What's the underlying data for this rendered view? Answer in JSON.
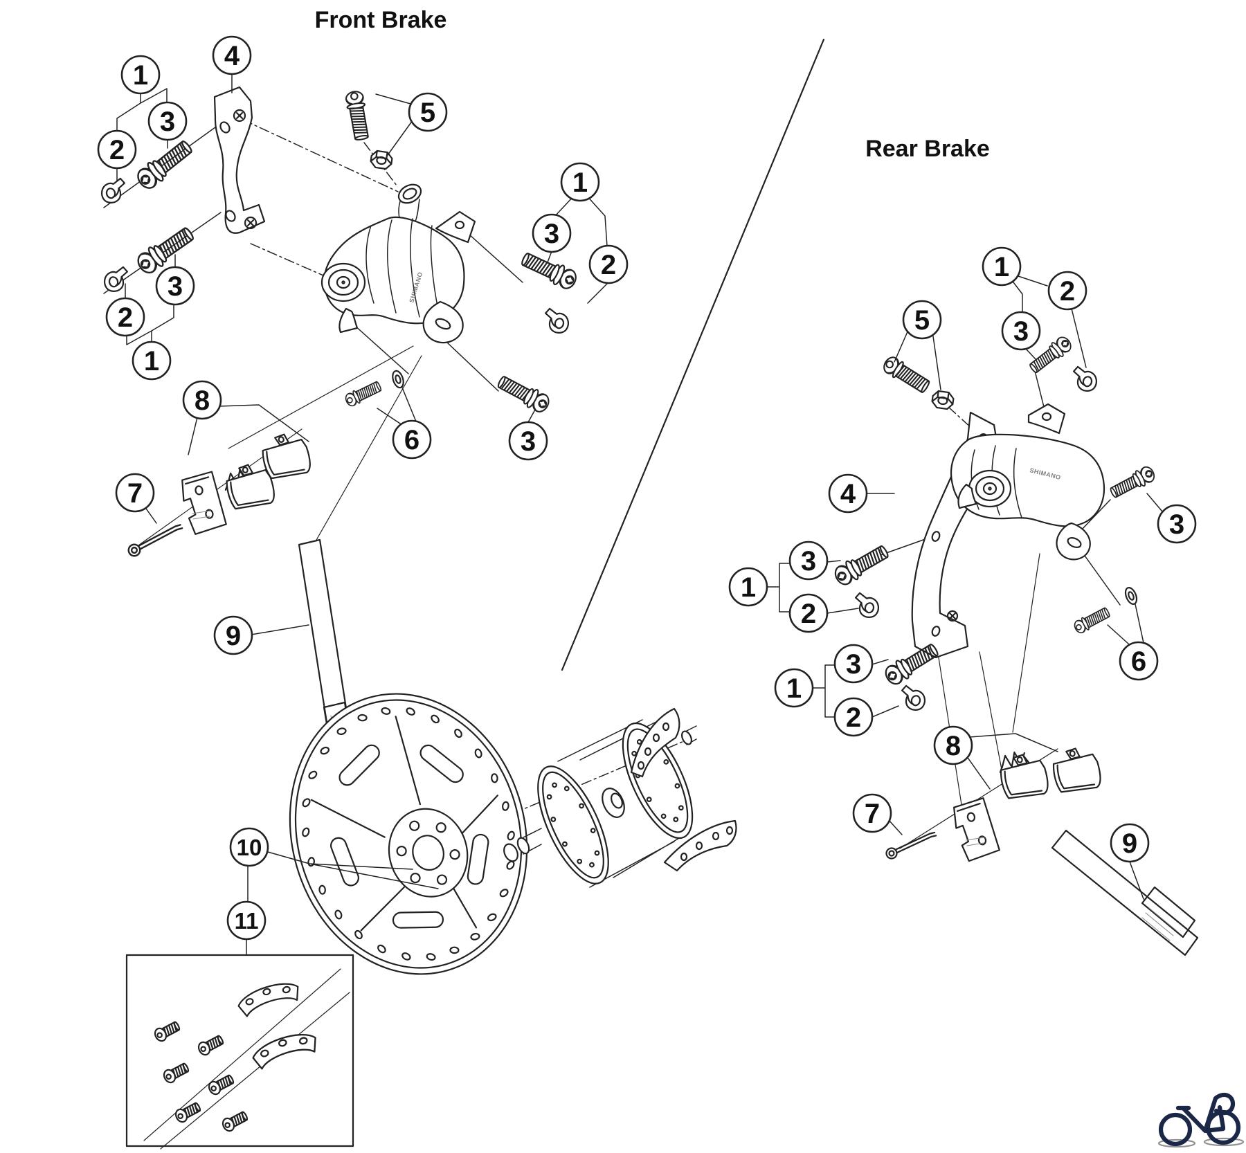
{
  "diagram": {
    "front": {
      "title": "Front Brake"
    },
    "rear": {
      "title": "Rear Brake"
    }
  },
  "callout_labels": {
    "f_top1": "1",
    "f_top2": "2",
    "f_top3": "3",
    "f_4": "4",
    "f_5": "5",
    "f_right1": "1",
    "f_right2": "2",
    "f_right3": "3",
    "f_low1": "1",
    "f_low2": "2",
    "f_low3": "3",
    "f_6": "6",
    "f_b3": "3",
    "f_7": "7",
    "f_8": "8",
    "f_9": "9",
    "f_10": "10",
    "f_11": "11",
    "r_top1": "1",
    "r_top2": "2",
    "r_top3": "3",
    "r_5": "5",
    "r_4": "4",
    "r_right3": "3",
    "r_mid1": "1",
    "r_mid2": "2",
    "r_mid3": "3",
    "r_low1": "1",
    "r_low2": "2",
    "r_low3": "3",
    "r_6": "6",
    "r_7": "7",
    "r_8": "8",
    "r_9": "9"
  },
  "markings": {
    "caliper_brand": "SHIMANO"
  },
  "colors": {
    "line": "#222222",
    "background": "#ffffff",
    "logo": "#1b2746"
  }
}
